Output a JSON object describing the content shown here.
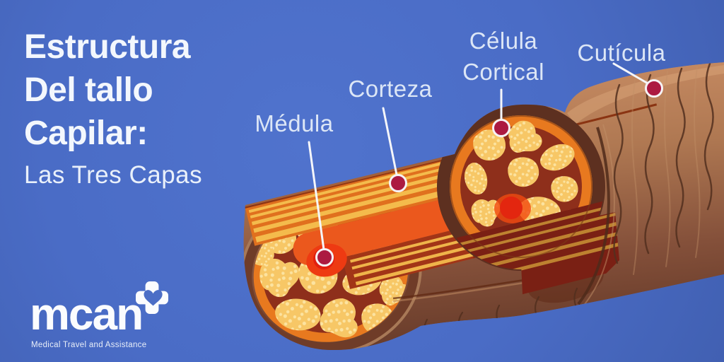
{
  "colors": {
    "background": "#4A6CC6",
    "marker_dot": "#AC1A41",
    "marker_ring": "#F6F2F5",
    "leader_line": "#F5F6FA",
    "hair_brown": "#A5704F",
    "cortex_orange": "#E8791F",
    "cell_yellow": "#F7C766",
    "medulla_red": "#E6301B",
    "text": "#F3F7FD"
  },
  "title": {
    "line1": "Estructura",
    "line2": "Del tallo",
    "line3": "Capilar:",
    "subtitle": "Las Tres Capas"
  },
  "labels": {
    "medula": "Médula",
    "corteza": "Corteza",
    "celula_cortical_line1": "Célula",
    "celula_cortical_line2": "Cortical",
    "cuticula": "Cutícula"
  },
  "logo": {
    "wordmark": "mcan",
    "tagline": "Medical Travel and Assistance",
    "icon": "plus-heart-icon"
  }
}
